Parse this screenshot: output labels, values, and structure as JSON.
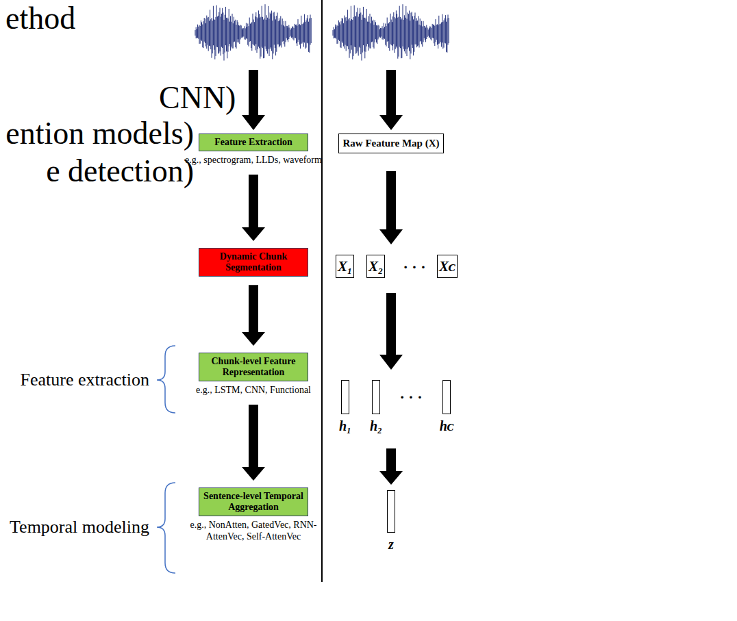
{
  "diagram": {
    "nodes": [
      {
        "text": [
          "Feature Extraction",
          "e.g., spectrogram, LLDs, waveform"
        ]
      },
      {
        "text": [
          "Raw Feature Map (X)"
        ]
      },
      {
        "text": [
          "Dynamic Chunk Segmentation"
        ]
      },
      {
        "text": [
          "X₁"
        ]
      },
      {
        "text": [
          "X₂"
        ]
      },
      {
        "text": [
          "Xᴄ"
        ]
      },
      {
        "text": [
          "Chunk-level Feature Representation",
          "e.g., LSTM, CNN, Functional"
        ]
      },
      {
        "text": [
          "h₁"
        ]
      },
      {
        "text": [
          "h₂"
        ]
      },
      {
        "text": [
          "hᴄ"
        ]
      },
      {
        "text": [
          "Sentence-level Temporal Aggregation",
          "e.g., NonAtten, GatedVec, RNN-AttenVec, Self-AttenVec"
        ]
      },
      {
        "text": [
          "z"
        ]
      }
    ],
    "edges": [
      {
        "from": 0,
        "to": 2,
        "arrow": "to"
      },
      {
        "from": 2,
        "to": 6,
        "arrow": "to"
      },
      {
        "from": 6,
        "to": 10,
        "arrow": "to"
      }
    ],
    "labels": [
      "ethod",
      "CNN)",
      "ention models)",
      "e detection)",
      "Feature extraction",
      "Temporal modeling",
      "· · ·",
      "· · ·"
    ]
  }
}
